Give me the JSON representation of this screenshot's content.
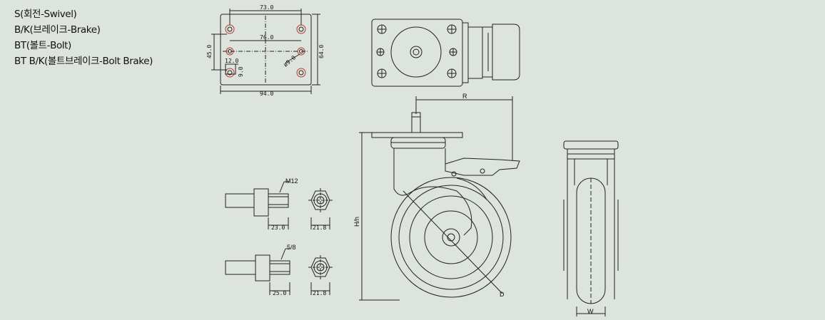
{
  "legend": [
    "S(회전-Swivel)",
    "B/K(브레이크-Brake)",
    "BT(볼트-Bolt)",
    "BT B/K(볼트브레이크-Bolt Brake)"
  ],
  "plate_dims": {
    "top_width": "73.0",
    "inner_width": "76.0",
    "bottom_width": "94.0",
    "left_height": "45.0",
    "right_height": "64.0",
    "hole_dia": "ø9.0",
    "slot_w": "12.0",
    "slot_h": "9.0"
  },
  "bolt_m12": {
    "thread": "M12",
    "length": "23.0",
    "nut": "21.8"
  },
  "bolt_58": {
    "thread": "5/8",
    "length": "25.0",
    "nut": "21.8"
  },
  "caster_dims": {
    "offset": "R",
    "height": "H/h",
    "diameter": "D",
    "width": "W"
  }
}
